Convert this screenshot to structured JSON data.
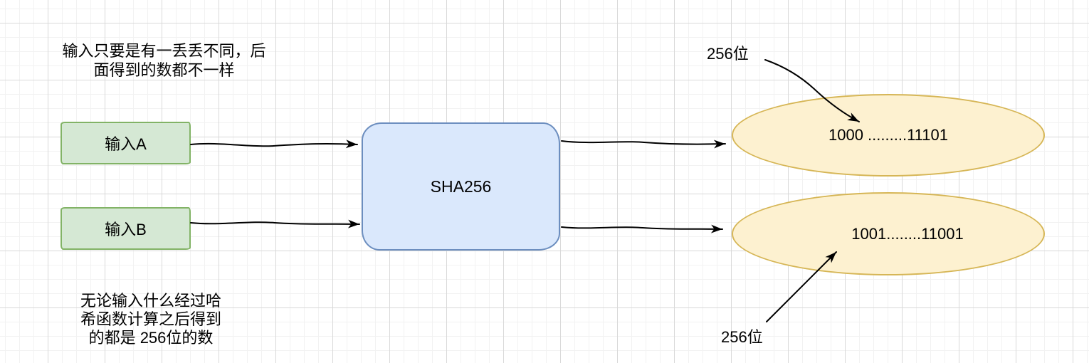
{
  "diagram": {
    "notes": {
      "top_left": "输入只要是有一丢丢不同，后\n面得到的数都不一样",
      "bottom_left": "无论输入什么经过哈\n希函数计算之后得到\n的都是 256位的数"
    },
    "nodes": {
      "input_a": {
        "label": "输入A"
      },
      "input_b": {
        "label": "输入B"
      },
      "hash_function": {
        "label": "SHA256"
      },
      "output_a": {
        "label": "1000 .........11101"
      },
      "output_b": {
        "label": "1001........11001"
      }
    },
    "annotations": {
      "bits_top": "256位",
      "bits_bottom": "256位"
    },
    "connections": [
      {
        "from": "input_a",
        "to": "hash_function"
      },
      {
        "from": "input_b",
        "to": "hash_function"
      },
      {
        "from": "hash_function",
        "to": "output_a"
      },
      {
        "from": "hash_function",
        "to": "output_b"
      },
      {
        "from": "bits_top",
        "to": "output_a"
      },
      {
        "from": "bits_bottom",
        "to": "output_b"
      }
    ]
  },
  "colors": {
    "input_fill": "#d5e8d4",
    "input_stroke": "#82b366",
    "hash_fill": "#dae8fc",
    "hash_stroke": "#6c8ebf",
    "output_fill": "#fdf1d0",
    "output_stroke": "#d6b656",
    "arrow": "#000000",
    "text": "#000000",
    "grid_minor": "#f2f2f2",
    "grid_major": "#d9d9d9"
  }
}
